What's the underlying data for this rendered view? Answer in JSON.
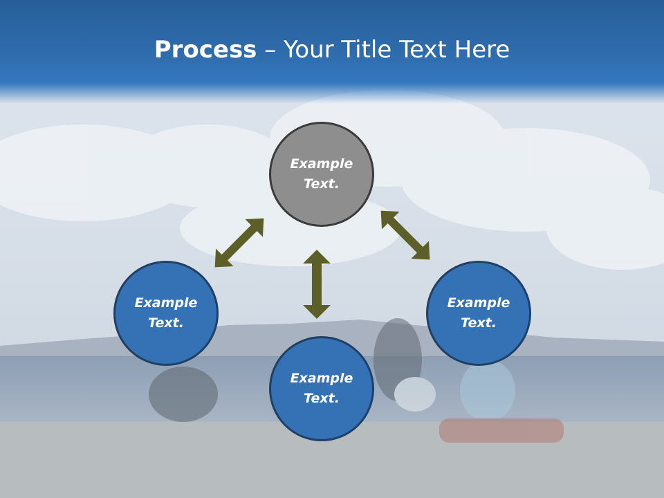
{
  "title": {
    "bold": "Process",
    "rest": " – Your Title Text Here"
  },
  "colors": {
    "node_blue": "#3571b5",
    "node_gray": "#8e8e8e",
    "arrow": "#5c6028",
    "title_bar": "#2f6dae"
  },
  "nodes": {
    "top": {
      "line1": "Example",
      "line2": "Text."
    },
    "left": {
      "line1": "Example",
      "line2": "Text."
    },
    "right": {
      "line1": "Example",
      "line2": "Text."
    },
    "bottom": {
      "line1": "Example",
      "line2": "Text."
    }
  }
}
